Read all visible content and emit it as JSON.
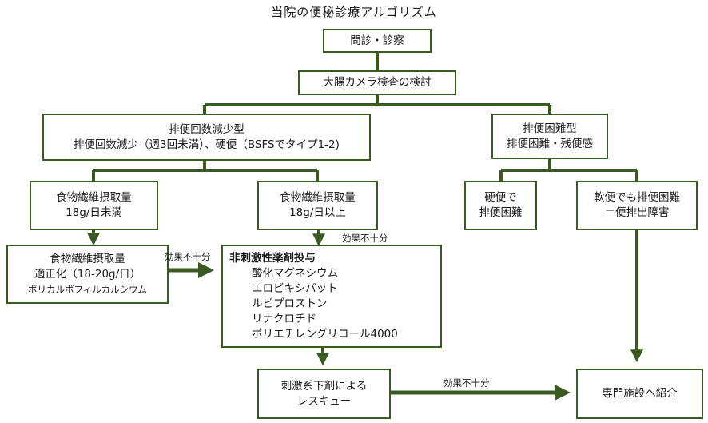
{
  "title": "当院の便秘診療アルゴリズム",
  "nodes": {
    "interview": "問診・診察",
    "colonoscopy": "大腸カメラ検査の検討",
    "decreased": {
      "line1": "排便回数減少型",
      "line2": "排便回数減少（週3回未満）、硬便（BSFSでタイプ1-2)"
    },
    "difficulty": {
      "line1": "排便困難型",
      "line2": "排便困難・残便感"
    },
    "fiber_low": {
      "line1": "食物繊維摂取量",
      "line2": "18g/日未満"
    },
    "fiber_high": {
      "line1": "食物繊維摂取量",
      "line2": "18g/日以上"
    },
    "hard_stool": {
      "line1": "硬便で",
      "line2": "排便困難"
    },
    "soft_stool": {
      "line1": "軟便でも排便困難",
      "line2": "＝便排出障害"
    },
    "fiber_opt": {
      "line1": "食物繊維摂取量",
      "line2": "適正化（18-20g/日）",
      "line3": "ポリカルボフィルカルシウム"
    },
    "nonstim": {
      "heading": "非刺激性薬剤投与",
      "drugs": [
        "酸化マグネシウム",
        "エロビキシバット",
        "ルビプロストン",
        "リナクロチド",
        "ポリエチレングリコール4000"
      ]
    },
    "rescue": {
      "line1": "刺激系下剤による",
      "line2": "レスキュー"
    },
    "referral": "専門施設へ紹介"
  },
  "edge_labels": {
    "insufficient_1": "効果不十分",
    "insufficient_2": "効果不十分",
    "insufficient_3": "効果不十分"
  },
  "colors": {
    "line": "#3a5a22",
    "border": "#3a5a22"
  }
}
